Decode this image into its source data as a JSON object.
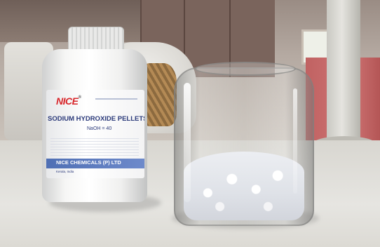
{
  "photo": {
    "bottle_label": {
      "brand": "NICE",
      "brand_mark": "®",
      "product_name": "SODIUM HYDROXIDE PELLETS",
      "formula": "NaOH = 40",
      "company": "NICE CHEMICALS (P) LTD",
      "address": "Kerala, India"
    }
  },
  "colors": {
    "brand_red": "#d8262b",
    "label_blue": "#2b3a7a",
    "band_blue": "#4f6fb4"
  }
}
